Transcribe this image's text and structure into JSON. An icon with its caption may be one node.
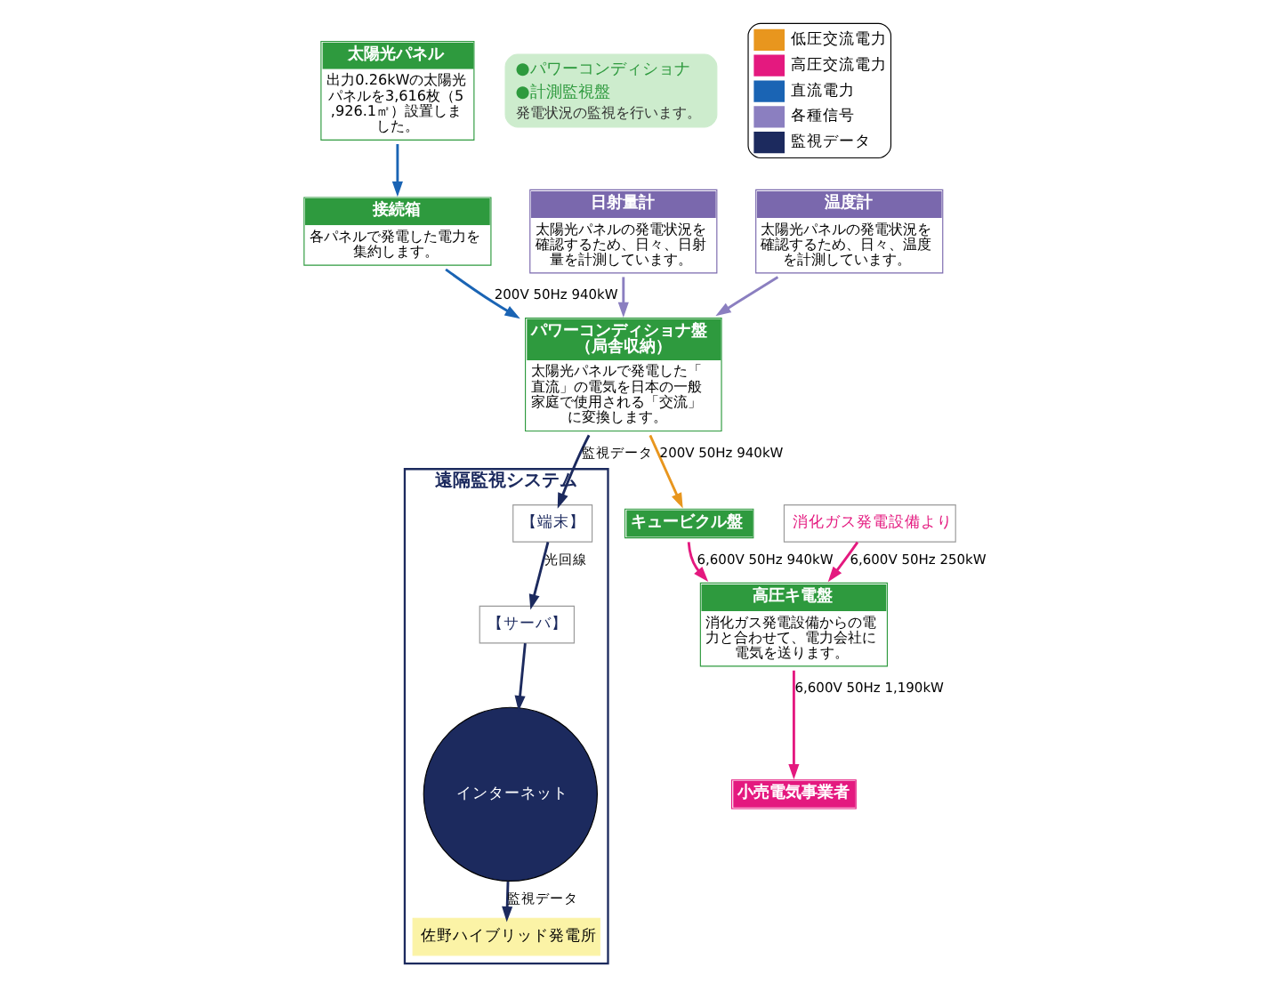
{
  "diagram": {
    "nodes": [
      {
        "text": [
          "太陽光パネル",
          "出力0.26kWの太陽光パネルを3,616枚（5,926.1㎡）設置しました。"
        ]
      },
      {
        "text": [
          "接続箱",
          "各パネルで発電した電力を集約します。"
        ]
      },
      {
        "text": [
          "パワーコンディショナ盤（局舎収納）",
          "太陽光パネルで発電した「直流」の電気を日本の一般家庭で使用される「交流」に変換します。"
        ]
      },
      {
        "text": [
          "キュービクル盤"
        ]
      },
      {
        "text": [
          "高圧キ電盤",
          "消化ガス発電設備からの電力と合わせて、電力会社に電気を送ります。"
        ]
      },
      {
        "text": [
          "小売電気事業者"
        ]
      },
      {
        "text": [
          "日射量計",
          "太陽光パネルの発電状況を確認するため、日々、日射量を計測しています。"
        ]
      },
      {
        "text": [
          "温度計",
          "太陽光パネルの発電状況を確認するため、日々、温度を計測しています。"
        ]
      },
      {
        "text": [
          "消化ガス発電設備より"
        ]
      },
      {
        "text": [
          "遠隔監視システム"
        ]
      },
      {
        "text": [
          "【端末】"
        ],
        "in": 9
      },
      {
        "text": [
          "【サーバ】"
        ],
        "in": 9
      },
      {
        "text": [
          "インターネット"
        ],
        "in": 9
      },
      {
        "text": [
          "佐野ハイブリッド発電所"
        ],
        "in": 9
      },
      {
        "text": [
          "●パワーコンディショナ",
          "●計測監視盤",
          "発電状況の監視を行います。"
        ]
      }
    ],
    "edges": [
      {
        "from": 0,
        "to": 1,
        "arrow": "to",
        "color": "#1a64b4"
      },
      {
        "from": 1,
        "to": 2,
        "arrow": "to",
        "label": "200V 50Hz 940kW",
        "color": "#1a64b4"
      },
      {
        "from": 2,
        "to": 3,
        "arrow": "to",
        "label": "200V 50Hz 940kW",
        "color": "#e8961e"
      },
      {
        "from": 3,
        "to": 4,
        "arrow": "to",
        "label": "6,600V 50Hz 940kW",
        "color": "#e4197f"
      },
      {
        "from": 8,
        "to": 4,
        "arrow": "to",
        "label": "6,600V 50Hz 250kW",
        "color": "#e4197f"
      },
      {
        "from": 4,
        "to": 5,
        "arrow": "to",
        "label": "6,600V 50Hz 1,190kW",
        "color": "#e4197f"
      },
      {
        "from": 6,
        "to": 2,
        "arrow": "to",
        "color": "#8b7fc0"
      },
      {
        "from": 7,
        "to": 2,
        "arrow": "to",
        "color": "#8b7fc0"
      },
      {
        "from": 2,
        "to": 10,
        "arrow": "to",
        "label": "監視データ"
      },
      {
        "from": 10,
        "to": 11,
        "arrow": "to",
        "label": "光回線"
      },
      {
        "from": 11,
        "to": 12,
        "arrow": "to"
      },
      {
        "from": 12,
        "to": 13,
        "arrow": "to",
        "label": "監視データ"
      }
    ],
    "legend": [
      {
        "text": "低圧交流電力",
        "color": "#e8961e"
      },
      {
        "text": "高圧交流電力",
        "color": "#e4197f"
      },
      {
        "text": "直流電力",
        "color": "#1a64b4"
      },
      {
        "text": "各種信号",
        "color": "#8b7fc0"
      },
      {
        "text": "監視データ",
        "color": "#1c2a5e"
      }
    ]
  }
}
